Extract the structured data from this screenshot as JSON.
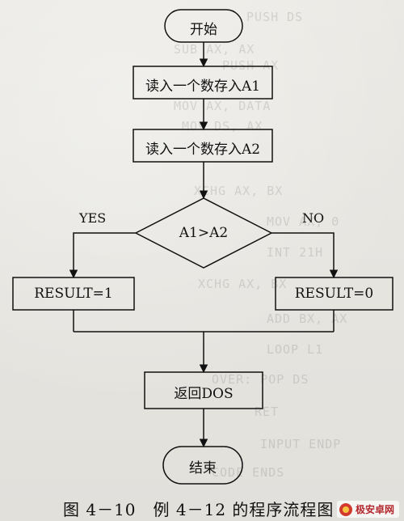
{
  "diagram": {
    "nodes": {
      "start": "开始",
      "read_a1": "读入一个数存入A1",
      "read_a2": "读入一个数存入A2",
      "decision": "A1>A2",
      "result_1": "RESULT=1",
      "result_0": "RESULT=0",
      "return_dos": "返回DOS",
      "end": "结束"
    },
    "branches": {
      "yes": "YES",
      "no": "NO"
    },
    "caption": "图 4－10　例 4－12 的程序流程图"
  },
  "background_text": [
    "PUSH DS",
    "SUB AX, AX",
    "PUSH AX",
    "MOV AX, DATA",
    "MOV DS, AX",
    "XCHG AX, BX",
    "MOV AX, 0",
    "INT 21H",
    "XCHG AX, BX",
    "ADD BX, AX",
    "LOOP L1",
    "OVER: POP DS",
    "RET",
    "INPUT ENDP",
    "CODE ENDS"
  ],
  "watermark": {
    "text": "极安卓网",
    "brand_color": "#b3262b"
  }
}
